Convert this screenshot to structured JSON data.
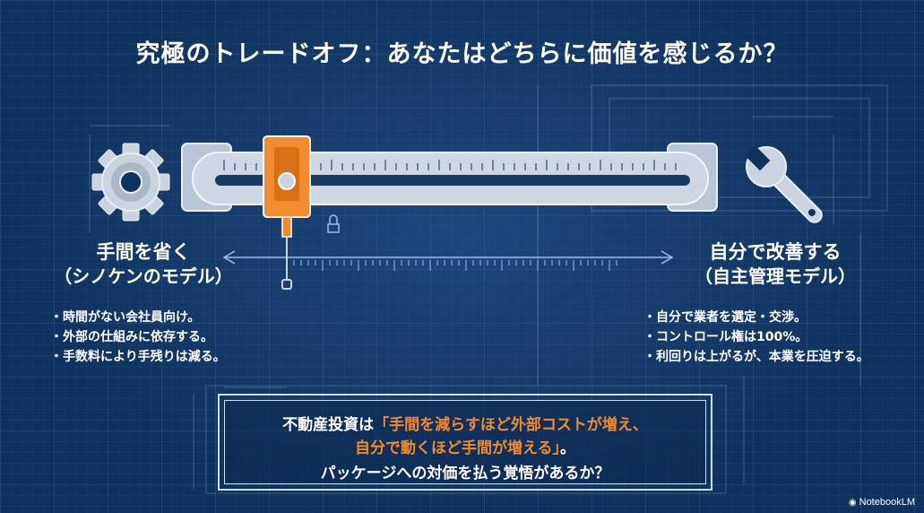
{
  "title": "究極のトレードオフ：あなたはどちらに価値を感じるか？",
  "left": {
    "title": "手間を省く",
    "subtitle": "（シノケンのモデル）",
    "bullets": [
      "時間がない会社員向け。",
      "外部の仕組みに依存する。",
      "手数料により手残りは減る。"
    ],
    "icon": "gear-icon"
  },
  "right": {
    "title": "自分で改善する",
    "subtitle": "（自主管理モデル）",
    "bullets": [
      "自分で業者を選定・交渉。",
      "コントロール権は100%。",
      "利回りは上がるが、本業を圧迫する。"
    ],
    "icon": "wrench-icon"
  },
  "slider": {
    "icon_lock": "lock-icon",
    "position_fraction": 0.1
  },
  "callout": {
    "line1_pre": "不動産投資は",
    "line1_hl": "「手間を減らすほど外部コストが増え、",
    "line2_hl": "自分で動くほど手間が増える」",
    "line2_post": "。",
    "line3": "パッケージへの対価を払う覚悟があるか？"
  },
  "brand": "NotebookLM",
  "colors": {
    "background": "#10315d",
    "accent_orange": "#f28a2e",
    "text": "#ffffff",
    "steel": "#c9d4e0"
  }
}
